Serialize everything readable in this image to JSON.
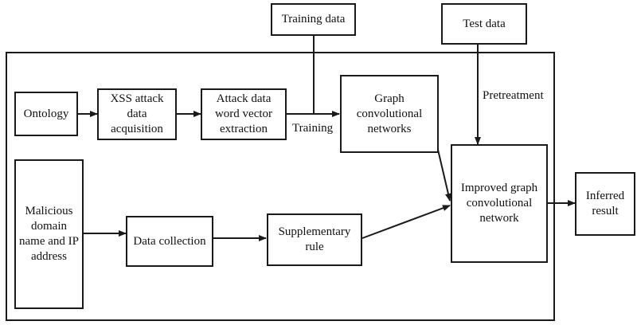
{
  "diagram": {
    "nodes": {
      "training_data": "Training data",
      "test_data": "Test data",
      "ontology": "Ontology",
      "xss_acquisition": "XSS attack data acquisition",
      "word_vector": "Attack data word vector extraction",
      "gcn": "Graph convolutional networks",
      "malicious": "Malicious domain name and IP address",
      "data_collection": "Data collection",
      "supplementary_rule": "Supplementary rule",
      "improved_gcn": "Improved graph convolutional network",
      "inferred_result": "Inferred result"
    },
    "edge_labels": {
      "training": "Training",
      "pretreatment": "Pretreatment"
    }
  }
}
